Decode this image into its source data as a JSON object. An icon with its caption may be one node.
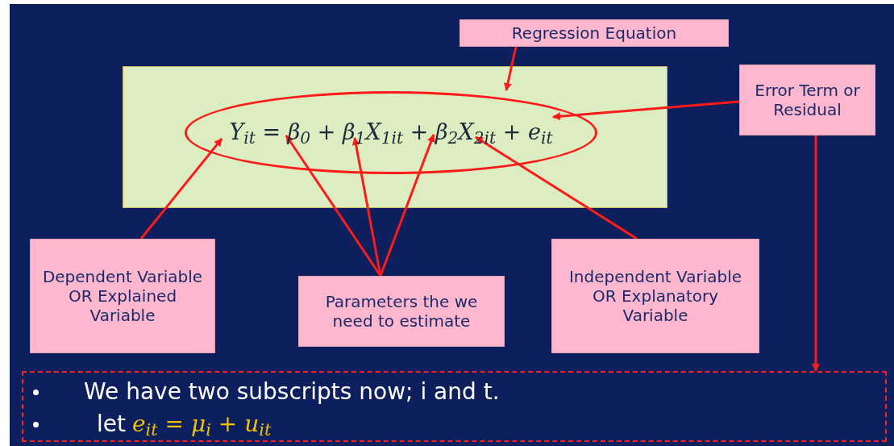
{
  "diagram": {
    "nodes": [
      {
        "text": [],
        "shape": "box"
      },
      {
        "text": [
          "Y$_{it}$ = β$_{0}$ + β$_{1}$X$_{1it}$ + β$_{2}$X$_{2it}$ + e$_{it}$"
        ],
        "in": 0
      },
      {
        "text": [
          "Regression Equation"
        ]
      },
      {
        "text": [
          "Error Term or Residual"
        ]
      },
      {
        "text": [
          "Dependent Variable OR Explained Variable"
        ]
      },
      {
        "text": [
          "Parameters the we need to estimate"
        ]
      },
      {
        "text": [
          "Independent Variable OR Explanatory Variable"
        ]
      },
      {
        "text": [
          "We have two subscripts now; i and t.",
          "let",
          "e$_{it}$ = μ$_{i}$ + u$_{it}$"
        ]
      }
    ],
    "edges": [
      {
        "from": 2,
        "to": 1,
        "arrow": "to"
      },
      {
        "from": 3,
        "to": 1,
        "arrow": "to"
      },
      {
        "from": 3,
        "to": 7,
        "arrow": "to"
      },
      {
        "from": 4,
        "to": 1,
        "arrow": "to"
      },
      {
        "from": 5,
        "to": 1,
        "arrow": "to"
      },
      {
        "from": 5,
        "to": 1,
        "arrow": "to"
      },
      {
        "from": 5,
        "to": 1,
        "arrow": "to"
      },
      {
        "from": 6,
        "to": 1,
        "arrow": "to"
      }
    ]
  }
}
